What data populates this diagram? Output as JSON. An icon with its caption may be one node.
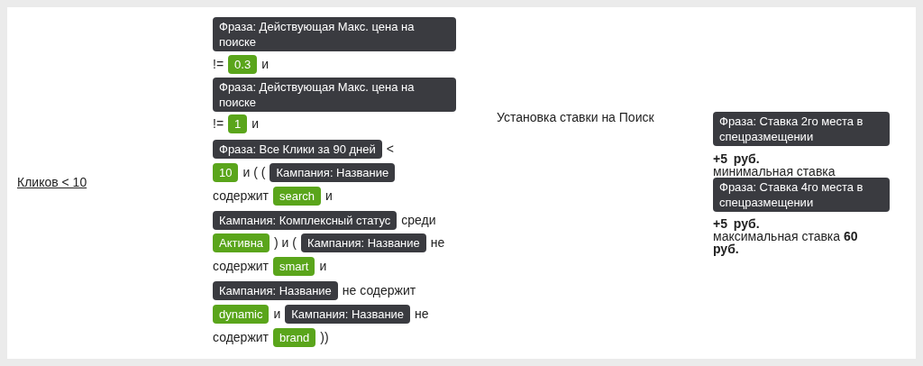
{
  "diagram": {
    "nodes": [
      {
        "text": [
          "Фраза: Действующая Макс. цена на поиске"
        ]
      },
      {
        "text": [
          "0.3"
        ]
      },
      {
        "text": [
          "Фраза: Действующая Макс. цена на поиске"
        ]
      },
      {
        "text": [
          "1"
        ]
      },
      {
        "text": [
          "Фраза: Все Клики за 90 дней"
        ]
      },
      {
        "text": [
          "10"
        ]
      },
      {
        "text": [
          "Кампания: Название"
        ]
      },
      {
        "text": [
          "search"
        ]
      },
      {
        "text": [
          "Кампания: Комплексный статус"
        ]
      },
      {
        "text": [
          "Активна"
        ]
      },
      {
        "text": [
          "Кампания: Название"
        ]
      },
      {
        "text": [
          "smart"
        ]
      },
      {
        "text": [
          "Кампания: Название"
        ]
      },
      {
        "text": [
          "dynamic"
        ]
      },
      {
        "text": [
          "Кампания: Название"
        ]
      },
      {
        "text": [
          "brand"
        ]
      },
      {
        "text": [
          "Фраза: Ставка 2го места в спецразмещении"
        ]
      },
      {
        "text": [
          "Фраза: Ставка 4го места в спецразмещении"
        ]
      }
    ],
    "labels": [
      "Кликов < 10",
      "!=",
      "и",
      "!=",
      "и",
      "<",
      "и ( (",
      "содержит",
      "и",
      "среди",
      ") и (",
      "не",
      "содержит",
      "и",
      "не содержит",
      "и",
      "не",
      "содержит",
      "))",
      "Установка ставки на Поиск",
      "+5 руб.",
      "минимальная ставка",
      "+5 руб.",
      "максимальная ставка **60 руб.**"
    ]
  }
}
